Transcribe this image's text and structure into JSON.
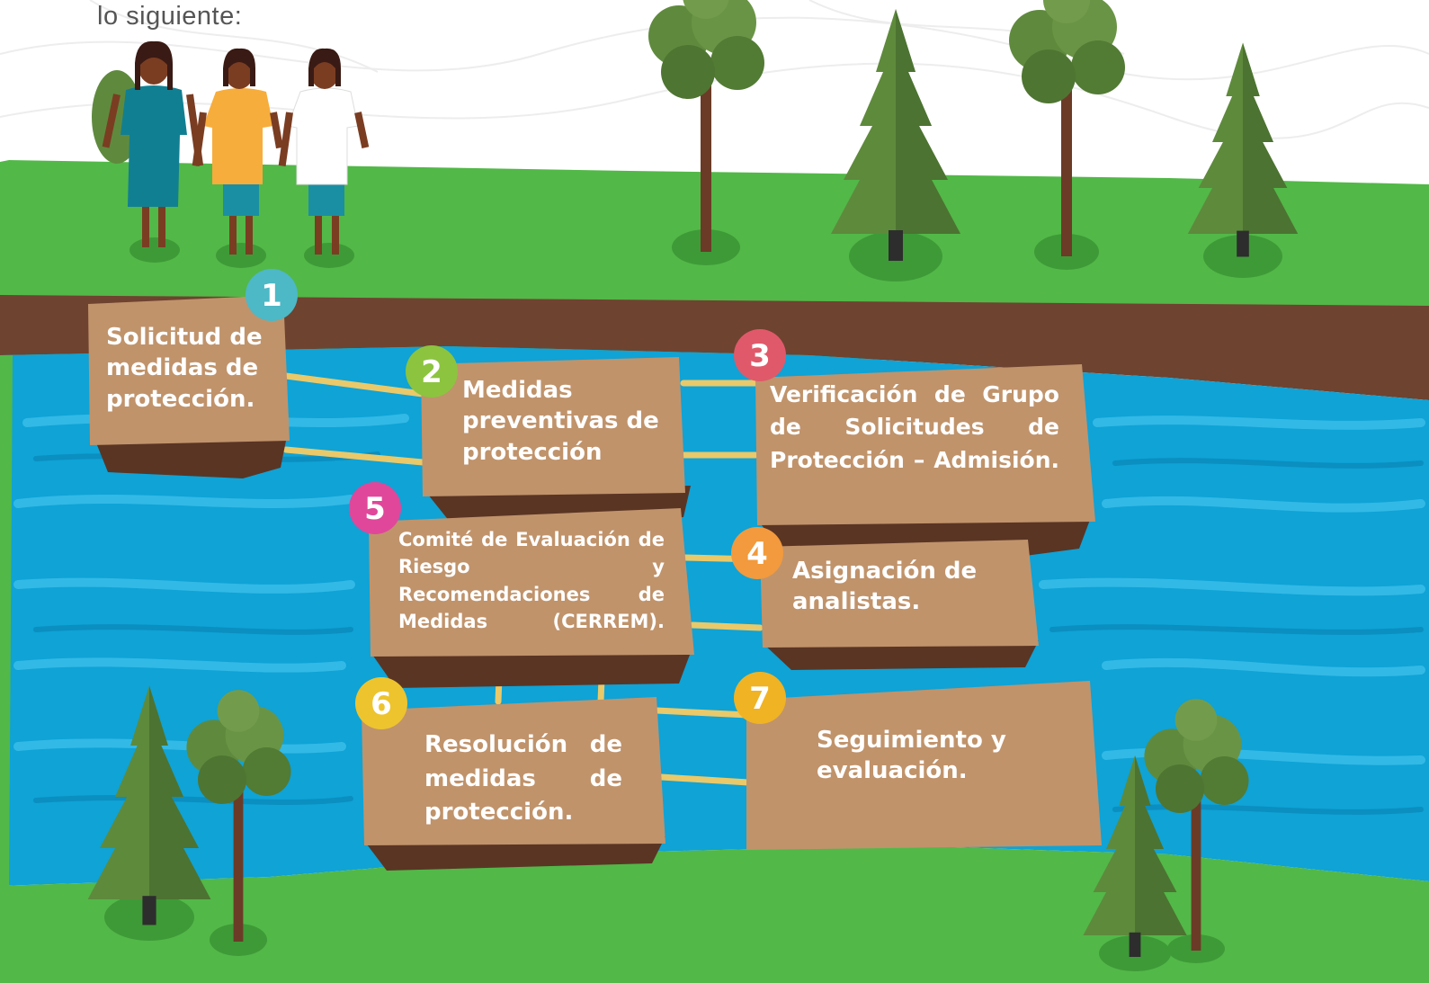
{
  "intro_text": "lo siguiente:",
  "colors": {
    "sky": "#ffffff",
    "grass": "#52b848",
    "soil": "#6e4330",
    "river": "#0fa3d6",
    "raft_top": "#c0936b",
    "raft_edge": "#5a3524",
    "rope": "#e9c96a",
    "badge_1": "#4db8c6",
    "badge_2": "#8cc43f",
    "badge_3": "#e0596a",
    "badge_4": "#f29a3d",
    "badge_5": "#e0479a",
    "badge_6": "#edc42e",
    "badge_7": "#f0b323"
  },
  "people": [
    {
      "name": "woman-icon",
      "dress": "#117f92"
    },
    {
      "name": "woman-icon",
      "dress": "#f7ad3c"
    },
    {
      "name": "woman-icon",
      "dress": "#ffffff"
    }
  ],
  "steps": [
    {
      "number": "1",
      "text": "Solicitud de medidas de protección."
    },
    {
      "number": "2",
      "text": "Medidas preventivas de protección"
    },
    {
      "number": "3",
      "text": "Verificación de Grupo de Solicitudes de Protección – Admisión."
    },
    {
      "number": "4",
      "text": "Asignación de analistas."
    },
    {
      "number": "5",
      "text": "Comité de Evaluación de Riesgo y Recomendaciones de Medidas (CERREM)."
    },
    {
      "number": "6",
      "text": "Resolución de medidas de protección."
    },
    {
      "number": "7",
      "text": "Seguimiento y evaluación."
    }
  ]
}
